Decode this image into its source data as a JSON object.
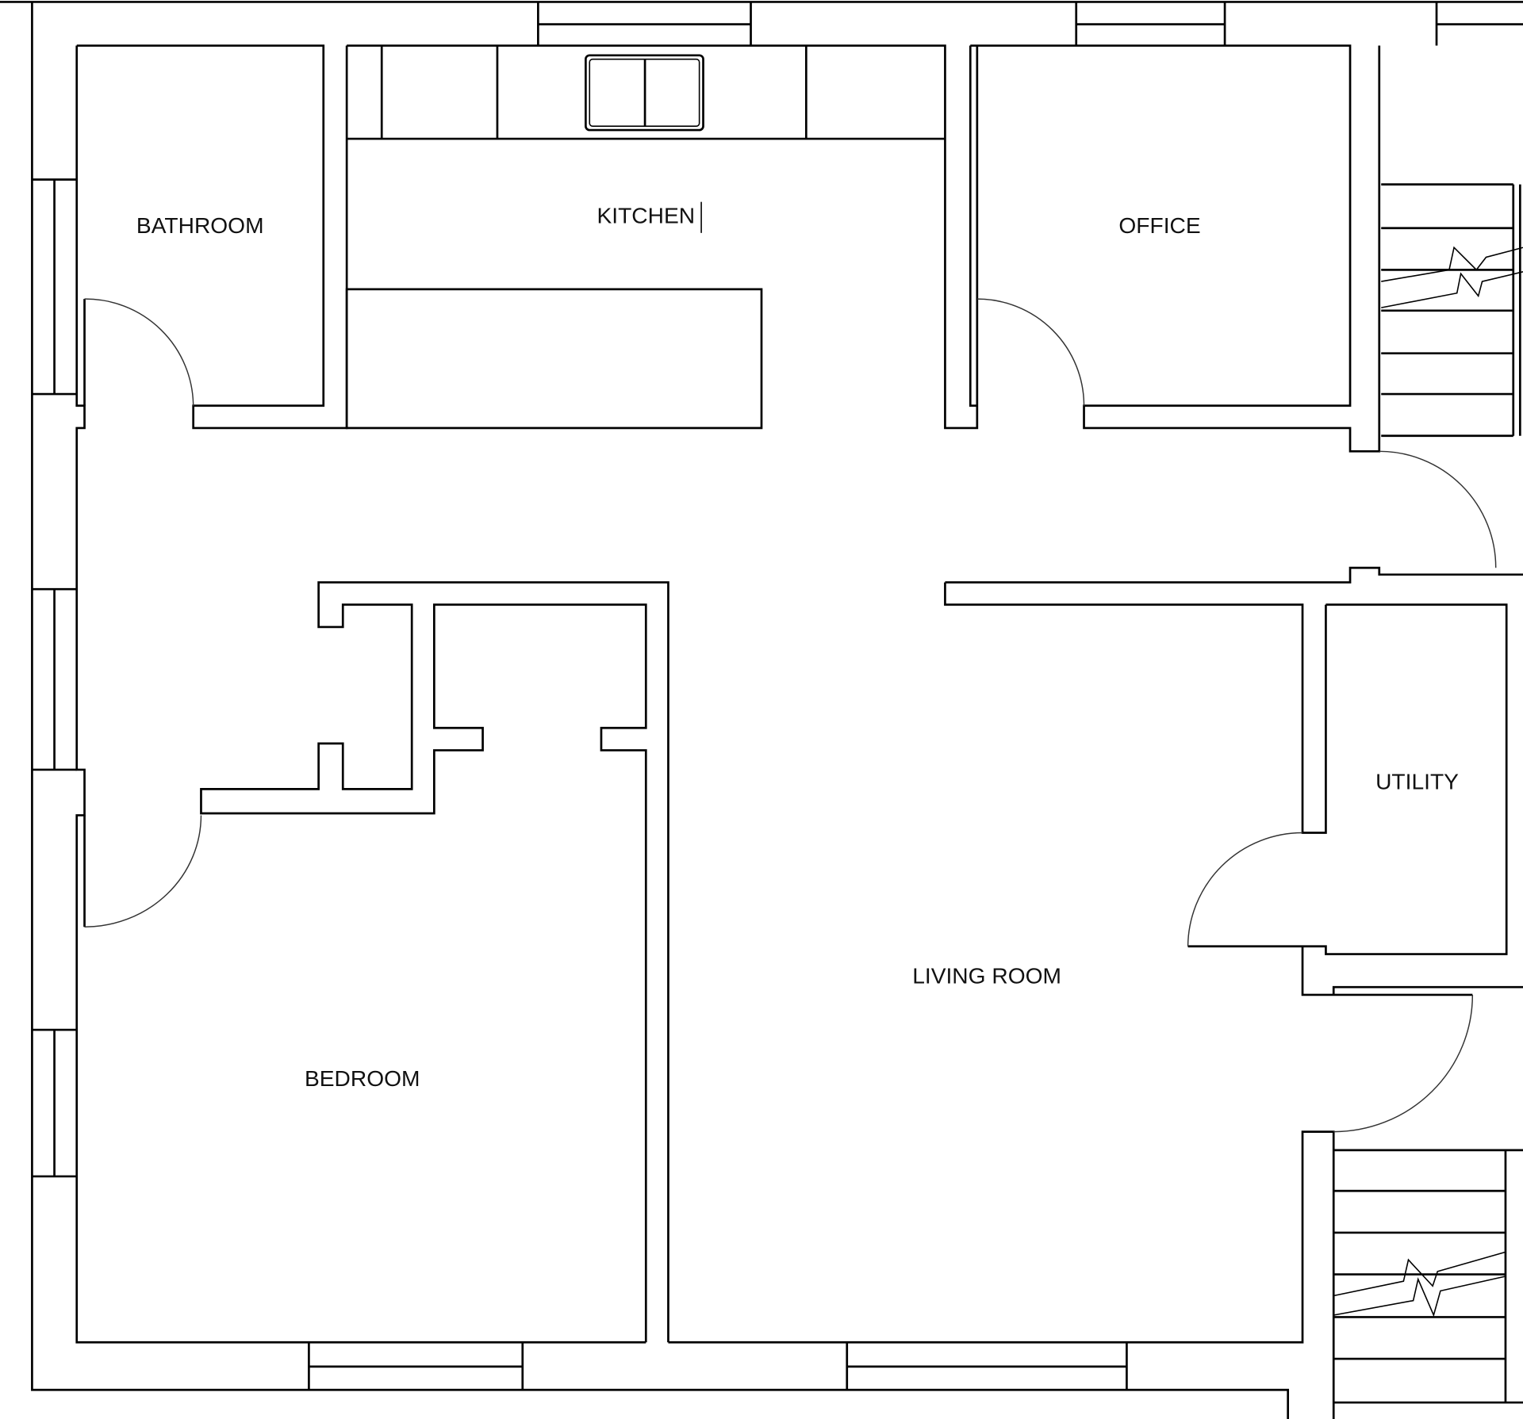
{
  "rooms": {
    "bathroom": "BATHROOM",
    "kitchen": "KITCHEN",
    "office": "OFFICE",
    "utility": "UTILITY",
    "living_room": "LIVING ROOM",
    "bedroom": "BEDROOM"
  },
  "colors": {
    "line": "#000000",
    "background": "#ffffff"
  }
}
